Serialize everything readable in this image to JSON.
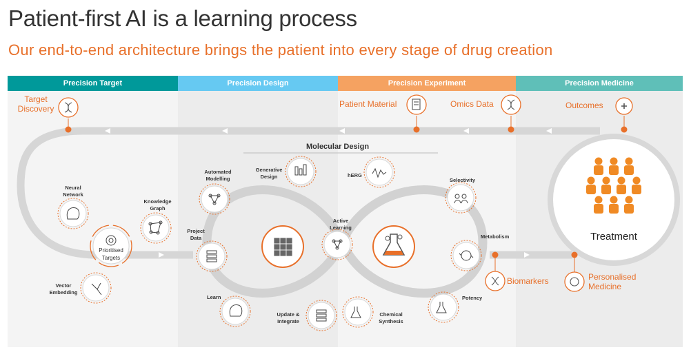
{
  "title": "Patient-first AI is a learning process",
  "subtitle": "Our end-to-end architecture brings the patient into every stage of drug creation",
  "stages": [
    {
      "label": "Precision Target",
      "color": "#00999a"
    },
    {
      "label": "Precision Design",
      "color": "#66c9f2"
    },
    {
      "label": "Precision Experiment",
      "color": "#f5a261"
    },
    {
      "label": "Precision Medicine",
      "color": "#5fbfb8"
    }
  ],
  "accent_color": "#e8702a",
  "outer_labels": {
    "target_discovery": "Target Discovery",
    "patient_material": "Patient Material",
    "omics_data": "Omics Data",
    "outcomes": "Outcomes",
    "biomarkers": "Biomarkers",
    "personalised_medicine": "Personalised Medicine"
  },
  "molecular_design": "Molecular Design",
  "nodes": {
    "neural_network": "Neural Network",
    "knowledge_graph": "Knowledge Graph",
    "prioritised_targets": "Prioritised Targets",
    "vector_embedding": "Vector Embedding",
    "automated_modelling": "Automated Modelling",
    "generative_design": "Generative Design",
    "herg": "hERG",
    "selectivity": "Selectivity",
    "project_data": "Project Data",
    "active_learning": "Active Learning",
    "metabolism": "Metabolism",
    "learn": "Learn",
    "update_integrate": "Update & Integrate",
    "chemical_synthesis": "Chemical Synthesis",
    "potency": "Potency"
  },
  "treatment": "Treatment",
  "icons": [
    "dna-icon",
    "document-icon",
    "plus-icon",
    "people-icon",
    "brain-icon",
    "target-icon",
    "graph-icon",
    "vector-icon",
    "network-icon",
    "chart-icon",
    "waveform-icon",
    "database-icon",
    "cube-icon",
    "flask-icon",
    "cycle-icon"
  ]
}
